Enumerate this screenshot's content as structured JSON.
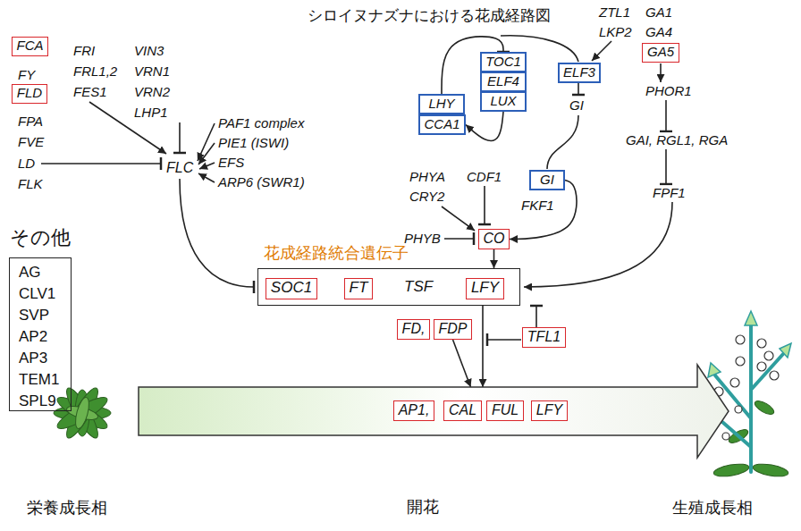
{
  "diagram": {
    "title": "シロイヌナズナにおける花成経路図",
    "nodes": [
      {
        "text": [
          "FCA"
        ]
      },
      {
        "text": [
          "FLD"
        ]
      },
      {
        "text": [
          "LHY"
        ]
      },
      {
        "text": [
          "CCA1"
        ]
      },
      {
        "text": [
          "TOC1"
        ]
      },
      {
        "text": [
          "ELF4"
        ]
      },
      {
        "text": [
          "LUX"
        ]
      },
      {
        "text": [
          "ELF3"
        ]
      },
      {
        "text": [
          "GA5"
        ]
      },
      {
        "text": [
          "その他",
          "AG",
          "CLV1",
          "SVP",
          "AP2",
          "AP3",
          "TEM1",
          "SPL9"
        ]
      },
      {
        "text": [
          "GI"
        ]
      },
      {
        "text": [
          "CO"
        ]
      },
      {
        "text": [
          "花成経路統合遺伝子"
        ]
      },
      {
        "text": [
          "SOC1"
        ],
        "in": 12
      },
      {
        "text": [
          "FT"
        ],
        "in": 12
      },
      {
        "text": [
          "LFY"
        ],
        "in": 12
      },
      {
        "text": [
          "FD,"
        ]
      },
      {
        "text": [
          "FDP"
        ]
      },
      {
        "text": [
          "TFL1"
        ]
      },
      {
        "text": [
          "開花"
        ]
      },
      {
        "text": [
          "AP1,"
        ],
        "in": 19
      },
      {
        "text": [
          "CAL"
        ],
        "in": 19
      },
      {
        "text": [
          "FUL"
        ],
        "in": 19
      },
      {
        "text": [
          "LFY"
        ],
        "in": 19
      }
    ],
    "edges": [
      {
        "from": 2,
        "to": 4,
        "arrow": "to"
      },
      {
        "from": 6,
        "to": 3,
        "arrow": "to"
      },
      {
        "from": 10,
        "to": 11,
        "arrow": "to"
      },
      {
        "from": 11,
        "to": 12,
        "arrow": "to"
      },
      {
        "from": 12,
        "to": 19,
        "arrow": "to"
      },
      {
        "from": 18,
        "to": 12,
        "arrow": "to"
      },
      {
        "from": 17,
        "to": 19,
        "arrow": "to"
      }
    ],
    "labels": [
      "FY",
      "FPA",
      "FVE",
      "LD",
      "FLK",
      "FRI",
      "FRL1,2",
      "FES1",
      "VIN3",
      "VRN1",
      "VRN2",
      "LHP1",
      "PAF1 complex",
      "PIE1 (ISWI)",
      "EFS",
      "ARP6 (SWR1)",
      "FLC",
      "ZTL1",
      "LKP2",
      "GI",
      "GA1",
      "GA4",
      "PHOR1",
      "GAI, RGL1, RGA",
      "PHYA",
      "CRY2",
      "CDF1",
      "FKF1",
      "PHYB",
      "FPF1",
      "TSF",
      "栄養成長相",
      "生殖成長相"
    ]
  }
}
